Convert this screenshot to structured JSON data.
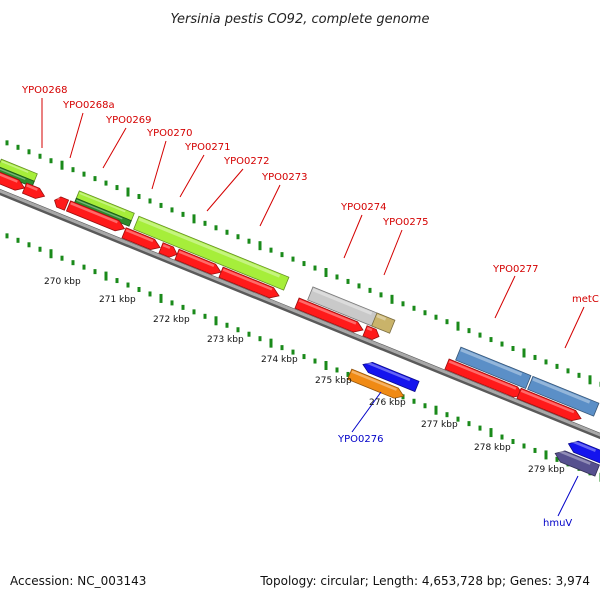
{
  "header": {
    "title": "Yersinia pestis CO92, complete genome"
  },
  "footer": {
    "accession": "Accession: NC_003143",
    "summary": "Topology: circular; Length: 4,653,728 bp; Genes: 3,974"
  },
  "colors": {
    "backbone": "#888888",
    "forward_label": "#d40000",
    "reverse_label": "#0000c8",
    "tick": "#1a8a1a",
    "cds_red": "#ff1a1a",
    "light_green": "#a6ee3a",
    "dark_green": "#2c8a2c",
    "steel_blue": "#5b8fc7",
    "gray": "#c9c9c9",
    "tan": "#c9b36a",
    "blue": "#1414ee",
    "orange": "#f08a14",
    "purple": "#56508f"
  },
  "gene_labels_forward": [
    "YPO0268",
    "YPO0268a",
    "YPO0269",
    "YPO0270",
    "YPO0271",
    "YPO0272",
    "YPO0273",
    "YPO0274",
    "YPO0275",
    "YPO0277",
    "metC"
  ],
  "gene_labels_reverse": [
    "YPO0276",
    "hmuV"
  ],
  "kbp_ticks": [
    "270 kbp",
    "271 kbp",
    "272 kbp",
    "273 kbp",
    "274 kbp",
    "275 kbp",
    "276 kbp",
    "277 kbp",
    "278 kbp",
    "279 kbp"
  ]
}
